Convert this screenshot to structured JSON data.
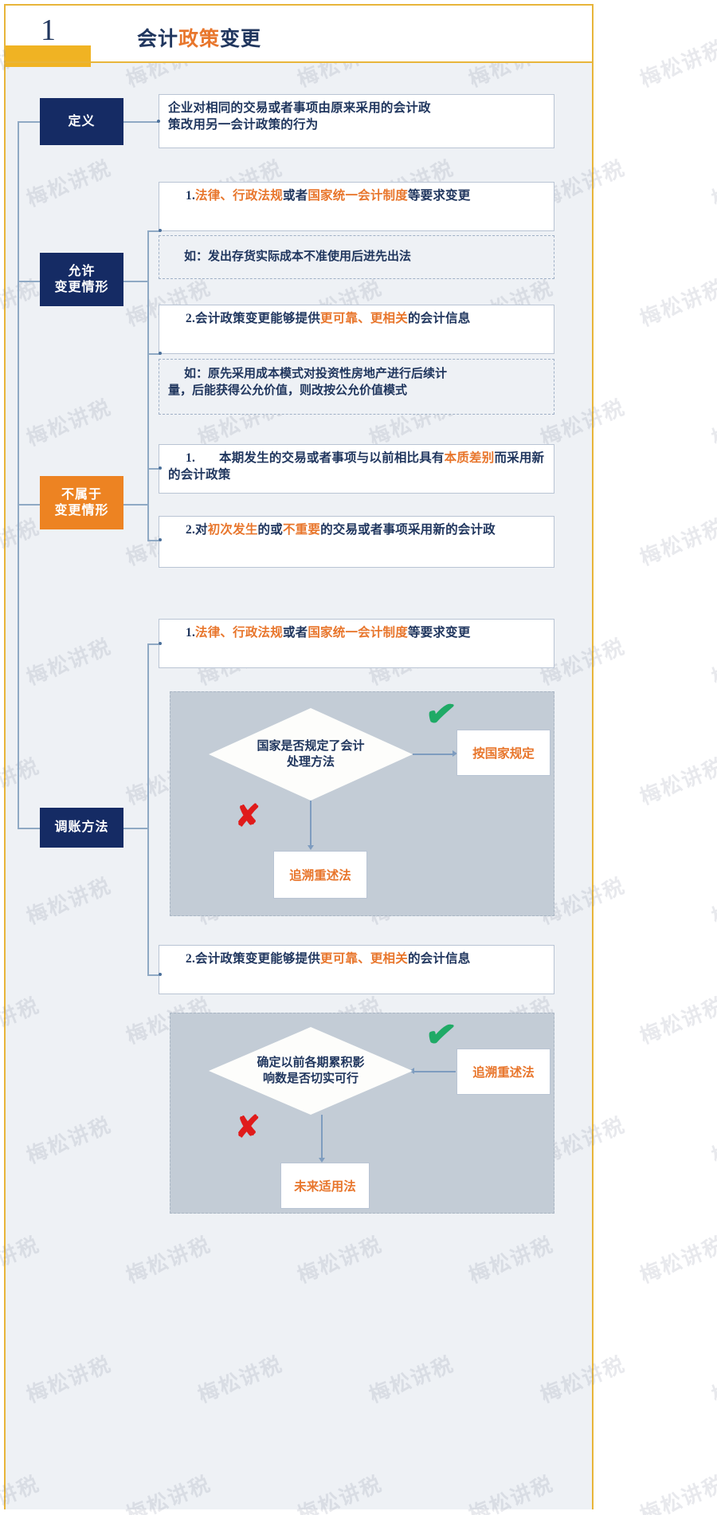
{
  "header": {
    "number": "1",
    "title_plain_1": "会计",
    "title_highlight": "政策",
    "title_plain_2": "变更",
    "accent_color": "#f0b323",
    "title_color": "#20365e",
    "highlight_color": "#e8762c"
  },
  "watermark": {
    "text": "梅松讲税"
  },
  "branches": [
    {
      "label": "定义"
    },
    {
      "label_line1": "允许",
      "label_line2": "变更情形"
    },
    {
      "label_line1": "不属于",
      "label_line2": "变更情形"
    },
    {
      "label": "调账方法"
    }
  ],
  "definition": {
    "text_1": "企业对相同的交易或者事项由原来采用的会计政",
    "text_2": "策改用另一会计政策的行为"
  },
  "allowed": {
    "item1": {
      "num": "1.",
      "seg_a": "法律、行政法规",
      "seg_b": "或者",
      "seg_c": "国家统一会计制度",
      "seg_d": "等要求变更"
    },
    "example1": "如：发出存货实际成本不准使用后进先出法",
    "item2": {
      "num": "2.",
      "seg_a": "会计政策变更能够提供",
      "seg_b": "更可靠、更相关",
      "seg_c": "的会计信息"
    },
    "example2_line1": "如：原先采用成本模式对投资性房地产进行后续计",
    "example2_line2": "量，后能获得公允价值，则改按公允价值模式"
  },
  "not_allowed": {
    "item1": {
      "num": "1.",
      "seg_a": "本期发生的交易或者事项与以前相比具有",
      "seg_b": "本质差别",
      "seg_c": "而采用新的会计政策"
    },
    "item2": {
      "num": "2.",
      "seg_a": "对",
      "seg_b": "初次发生",
      "seg_c": "的或",
      "seg_d": "不重要",
      "seg_e": "的交易或者事项采用新的会计政"
    }
  },
  "adjust": {
    "item1": {
      "num": "1.",
      "seg_a": "法律、行政法规",
      "seg_b": "或者",
      "seg_c": "国家统一会计制度",
      "seg_d": "等要求变更"
    },
    "flow1": {
      "decision_line1": "国家是否规定了会计",
      "decision_line2": "处理方法",
      "yes_label": "按国家规定",
      "no_label": "追溯重述法",
      "yes_mark": "check-mark-icon",
      "no_mark": "cross-mark-icon"
    },
    "item2": {
      "num": "2.",
      "seg_a": "会计政策变更能够提供",
      "seg_b": "更可靠、更相关",
      "seg_c": "的会计信息"
    },
    "flow2": {
      "decision_line1": "确定以前各期累积影",
      "decision_line2": "响数是否切实可行",
      "yes_label": "追溯重述法",
      "no_label": "未来适用法",
      "yes_mark": "check-mark-icon",
      "no_mark": "cross-mark-icon"
    }
  },
  "glyphs": {
    "check": "✔",
    "cross": "✘"
  }
}
